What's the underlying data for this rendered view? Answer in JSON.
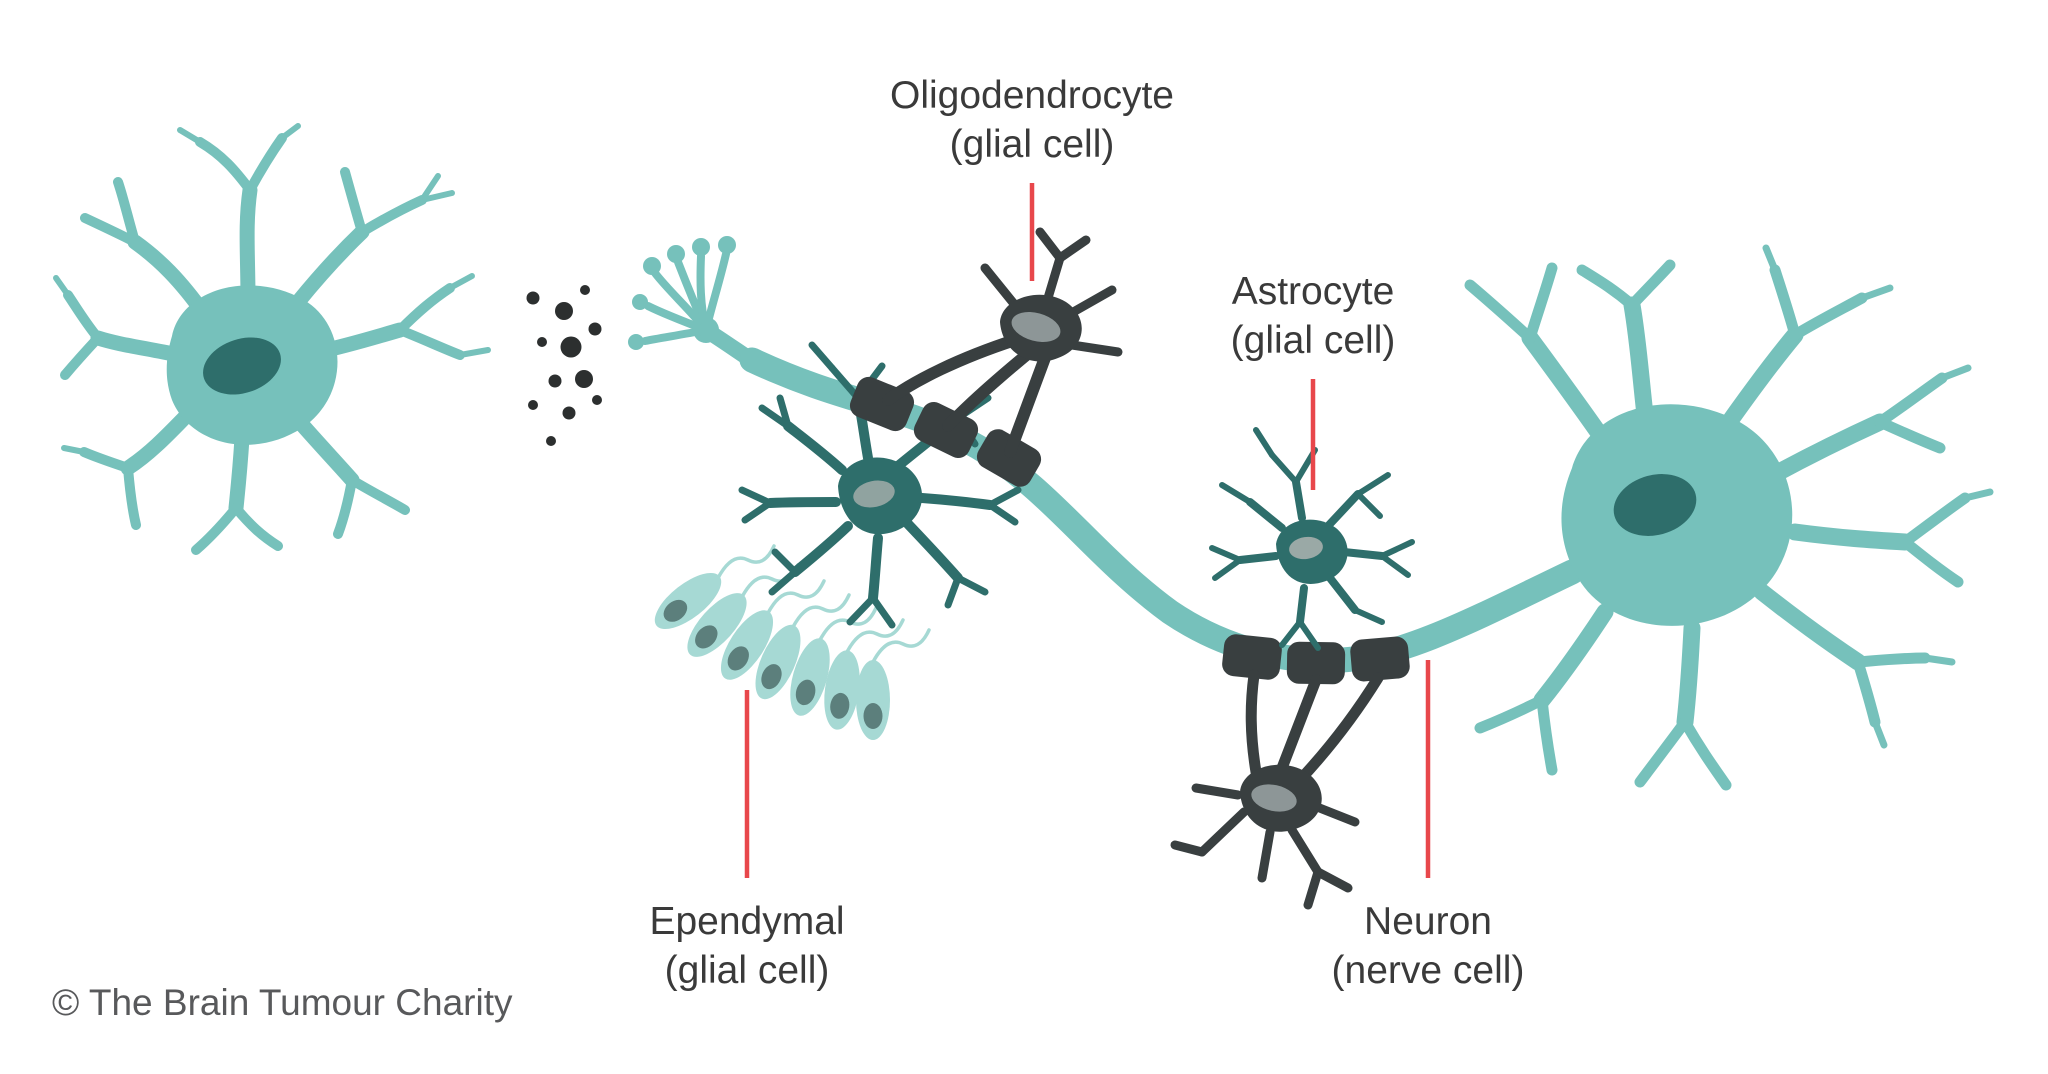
{
  "figure": {
    "credit": "© The Brain Tumour Charity"
  },
  "annotations": {
    "oligodendrocyte": {
      "name": "Oligodendrocyte",
      "type": "(glial cell)"
    },
    "astrocyte": {
      "name": "Astrocyte",
      "type": "(glial cell)"
    },
    "ependymal": {
      "name": "Ependymal",
      "type": "(glial cell)"
    },
    "neuron": {
      "name": "Neuron",
      "type": "(nerve cell)"
    }
  },
  "colors": {
    "neuron_teal": "#76c1bb",
    "ependymal_light_teal": "#a6d9d4",
    "glial_dark_teal": "#2e6e6b",
    "oligodendrocyte_dark": "#393f40",
    "nucleus_gray": "#8d9697",
    "leader_line_red": "#e8474b",
    "label_text": "#3a3a3a",
    "credit_text": "#58595b",
    "background": "#ffffff"
  }
}
